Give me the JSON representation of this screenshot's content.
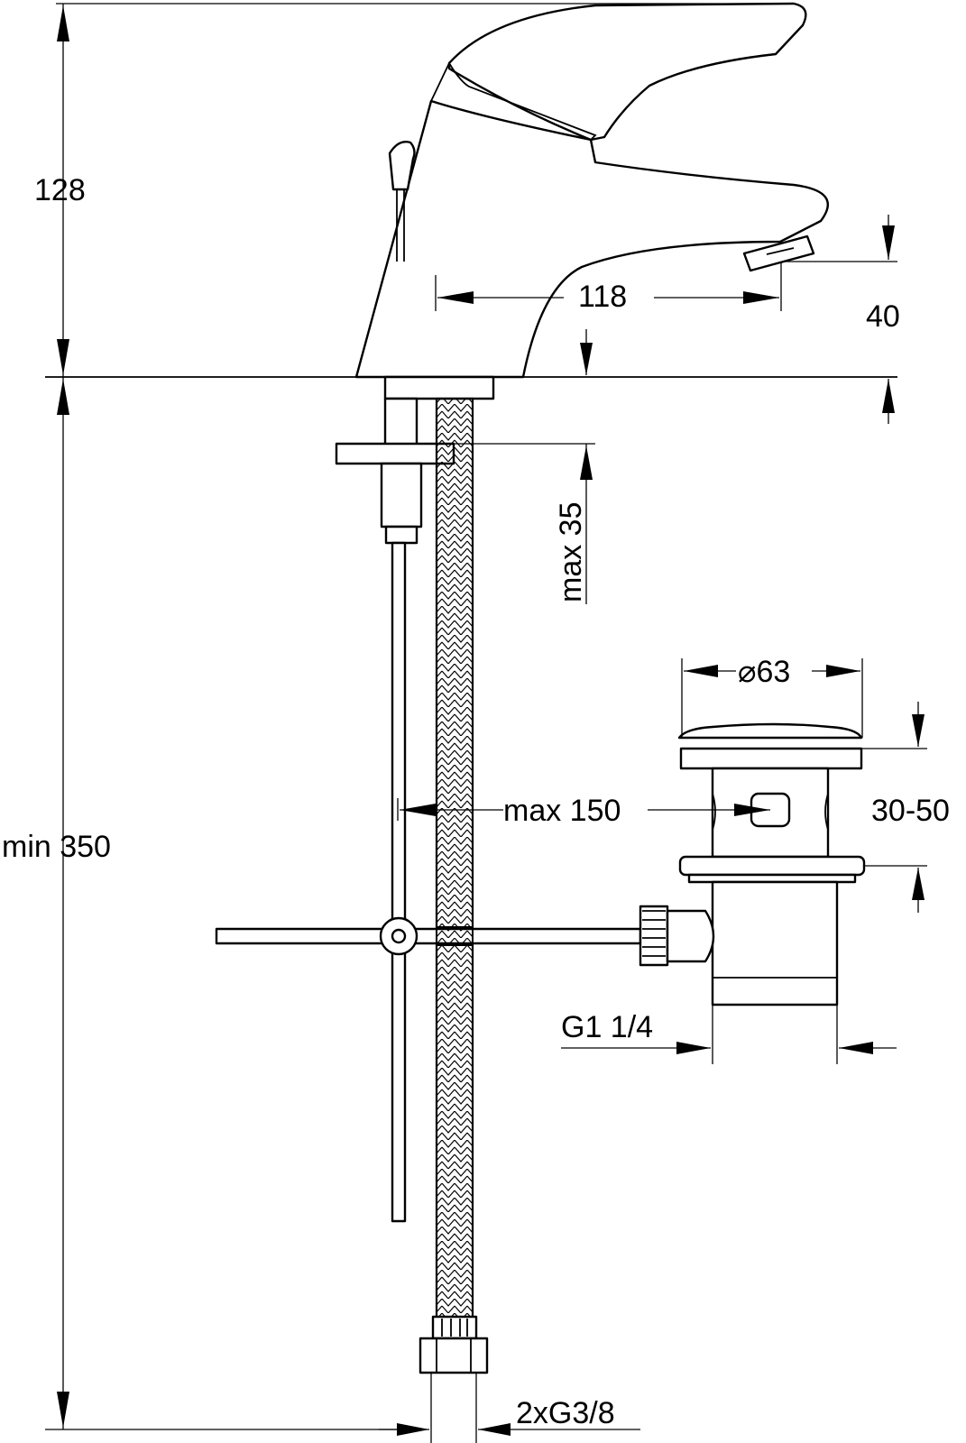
{
  "dimensions": {
    "overall_height": "128",
    "spout_reach": "118",
    "spout_height": "40",
    "min_below_deck": "min 350",
    "max_deck_thickness": "max 35",
    "max_rod_distance": "max 150",
    "waste_diameter": "⌀63",
    "waste_basin_thickness": "30-50",
    "waste_thread": "G1 1/4",
    "supply_thread": "2xG3/8"
  }
}
